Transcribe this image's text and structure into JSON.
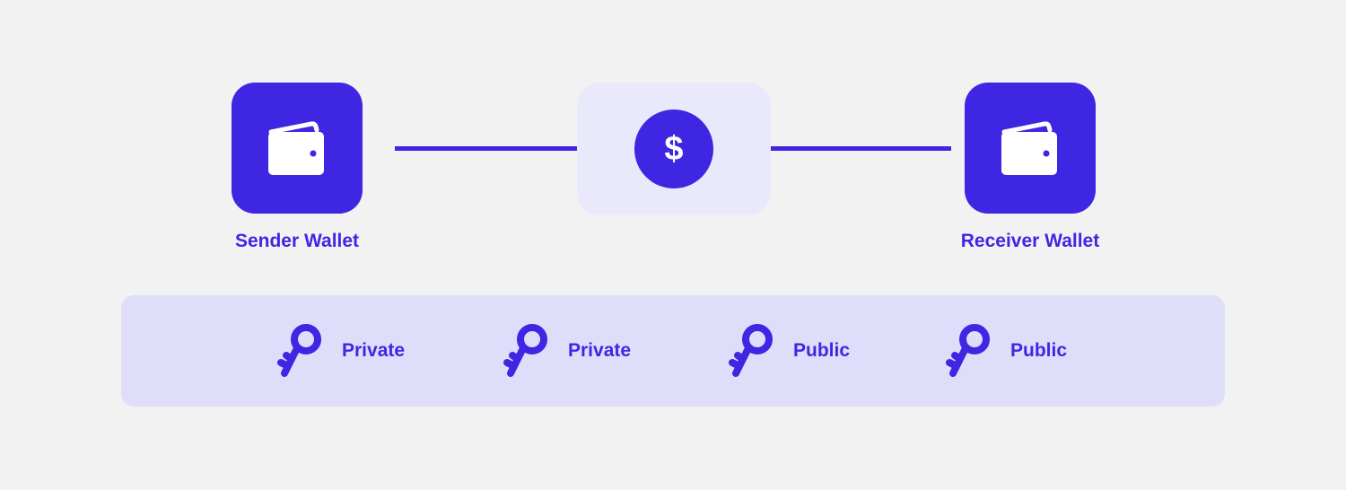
{
  "colors": {
    "background": "#f2f2f2",
    "accent": "#3f26e3",
    "wallet_icon": "#ffffff",
    "transaction_panel": "#e9e9fb",
    "keys_panel": "#dedefa"
  },
  "sender": {
    "label": "Sender Wallet",
    "icon": "wallet-icon"
  },
  "receiver": {
    "label": "Receiver Wallet",
    "icon": "wallet-icon"
  },
  "transaction": {
    "icon": "dollar-icon",
    "symbol": "$"
  },
  "keys": [
    {
      "label": "Private",
      "icon": "key-icon"
    },
    {
      "label": "Private",
      "icon": "key-icon"
    },
    {
      "label": "Public",
      "icon": "key-icon"
    },
    {
      "label": "Public",
      "icon": "key-icon"
    }
  ]
}
